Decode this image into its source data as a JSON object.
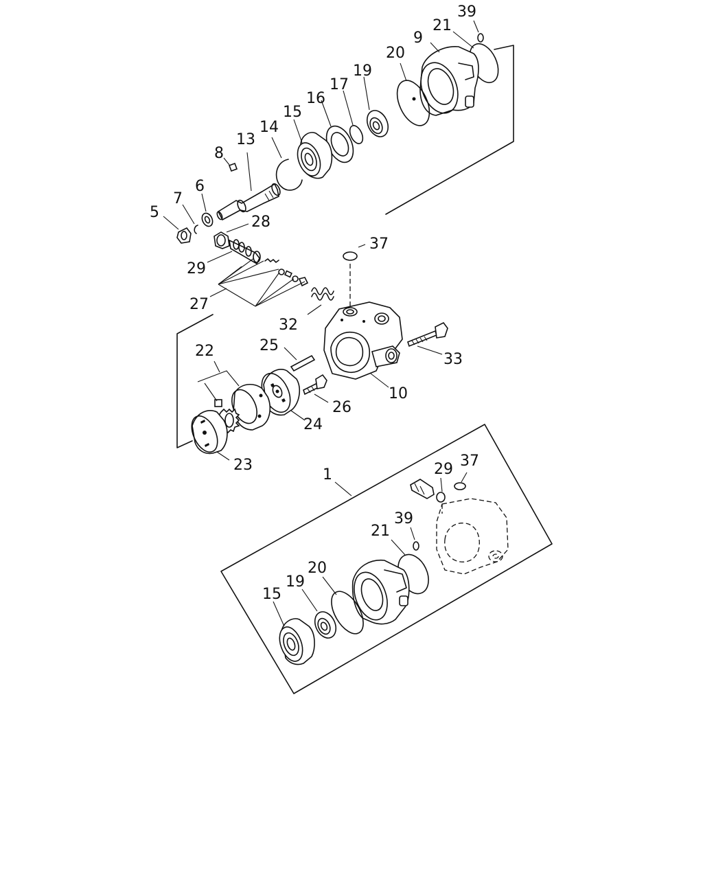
{
  "callouts": {
    "c39a": "39",
    "c21a": "21",
    "c9": "9",
    "c20a": "20",
    "c19a": "19",
    "c17": "17",
    "c16": "16",
    "c15a": "15",
    "c14": "14",
    "c13": "13",
    "c8": "8",
    "c6": "6",
    "c7": "7",
    "c5": "5",
    "c28": "28",
    "c37a": "37",
    "c29a": "29",
    "c27": "27",
    "c32": "32",
    "c33": "33",
    "c25": "25",
    "c22": "22",
    "c10": "10",
    "c26": "26",
    "c24": "24",
    "c23": "23",
    "c1": "1",
    "c29b": "29",
    "c37b": "37",
    "c39b": "39",
    "c21b": "21",
    "c20b": "20",
    "c19b": "19",
    "c15b": "15"
  }
}
